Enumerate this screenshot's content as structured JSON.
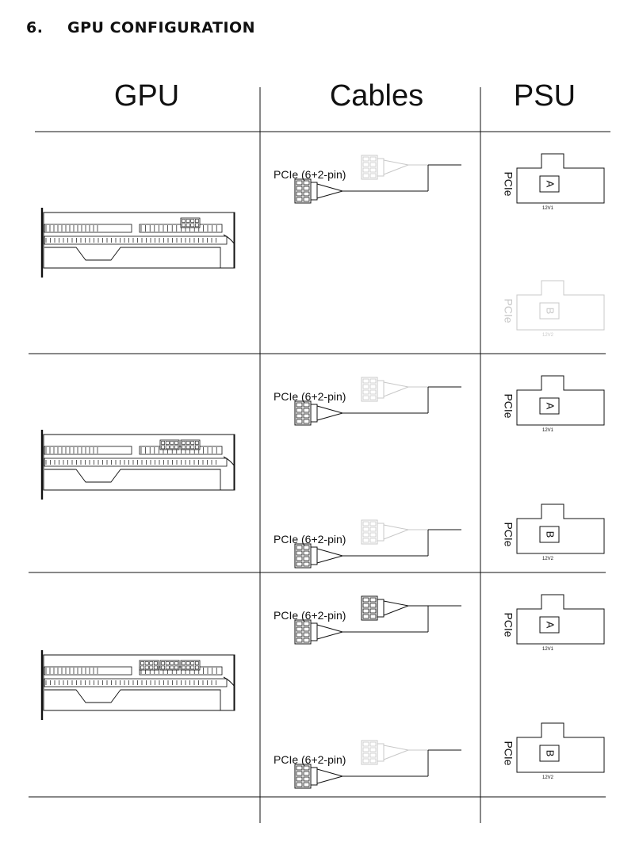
{
  "section": {
    "number": "6.",
    "title": "GPU CONFIGURATION"
  },
  "columns": {
    "gpu": "GPU",
    "cables": "Cables",
    "psu": "PSU"
  },
  "rows": [
    {
      "cables": [
        {
          "label": "PCIe (6+2-pin)",
          "top_plug_active": false
        }
      ],
      "psu": [
        {
          "port": "A",
          "side_label": "PCIe",
          "rail": "12V1",
          "active": true
        },
        {
          "port": "B",
          "side_label": "PCIe",
          "rail": "12V2",
          "active": false
        }
      ],
      "gpu_pin_groups": 1
    },
    {
      "cables": [
        {
          "label": "PCIe (6+2-pin)",
          "top_plug_active": false
        },
        {
          "label": "PCIe (6+2-pin)",
          "top_plug_active": false
        }
      ],
      "psu": [
        {
          "port": "A",
          "side_label": "PCIe",
          "rail": "12V1",
          "active": true
        },
        {
          "port": "B",
          "side_label": "PCIe",
          "rail": "12V2",
          "active": true
        }
      ],
      "gpu_pin_groups": 2
    },
    {
      "cables": [
        {
          "label": "PCIe (6+2-pin)",
          "top_plug_active": true
        },
        {
          "label": "PCIe (6+2-pin)",
          "top_plug_active": false
        }
      ],
      "psu": [
        {
          "port": "A",
          "side_label": "PCIe",
          "rail": "12V1",
          "active": true
        },
        {
          "port": "B",
          "side_label": "PCIe",
          "rail": "12V2",
          "active": true
        }
      ],
      "gpu_pin_groups": 3
    }
  ],
  "colors": {
    "line": "#111111",
    "faded": "#c8c8c8"
  }
}
